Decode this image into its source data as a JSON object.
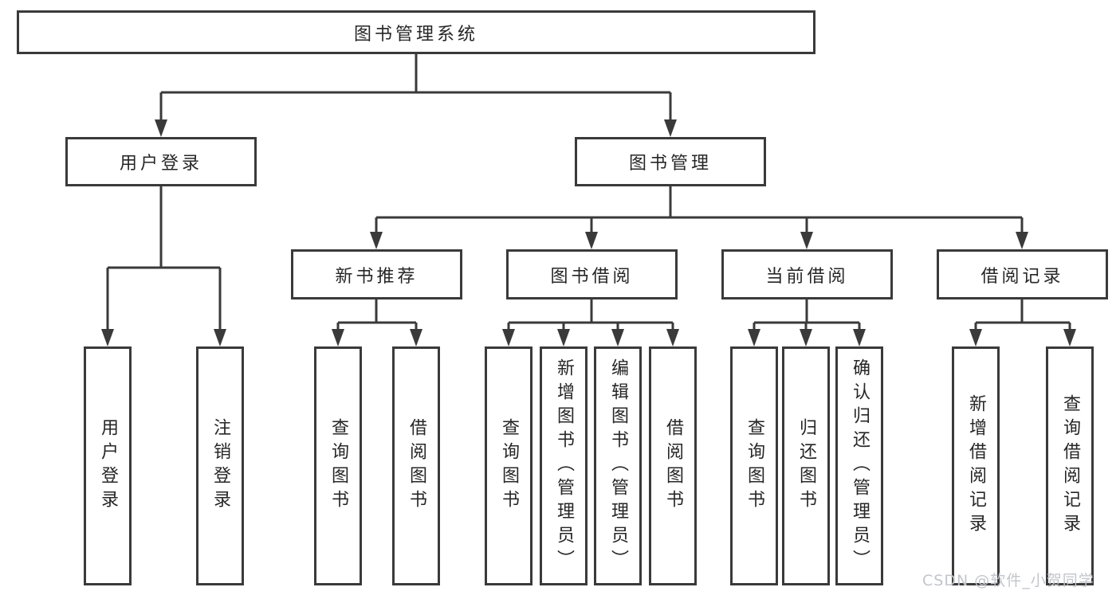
{
  "diagram": {
    "type": "hierarchy-tree",
    "watermark": "CSDN @软件_小贺同学",
    "colors": {
      "line": "#3a3a3a",
      "box_border": "#3a3a3a",
      "box_background": "#ffffff",
      "text": "#262626",
      "watermark_text": "#c2c5cb"
    },
    "tree": {
      "label": "图书管理系统",
      "children": [
        {
          "label": "用户登录",
          "children": [
            {
              "label": "用户登录"
            },
            {
              "label": "注销登录"
            }
          ]
        },
        {
          "label": "图书管理",
          "children": [
            {
              "label": "新书推荐",
              "children": [
                {
                  "label": "查询图书"
                },
                {
                  "label": "借阅图书"
                }
              ]
            },
            {
              "label": "图书借阅",
              "children": [
                {
                  "label": "查询图书"
                },
                {
                  "label": "新增图书（管理员）"
                },
                {
                  "label": "编辑图书（管理员）"
                },
                {
                  "label": "借阅图书"
                }
              ]
            },
            {
              "label": "当前借阅",
              "children": [
                {
                  "label": "查询图书"
                },
                {
                  "label": "归还图书"
                },
                {
                  "label": "确认归还（管理员）"
                }
              ]
            },
            {
              "label": "借阅记录",
              "children": [
                {
                  "label": "新增借阅记录"
                },
                {
                  "label": "查询借阅记录"
                }
              ]
            }
          ]
        }
      ]
    }
  }
}
